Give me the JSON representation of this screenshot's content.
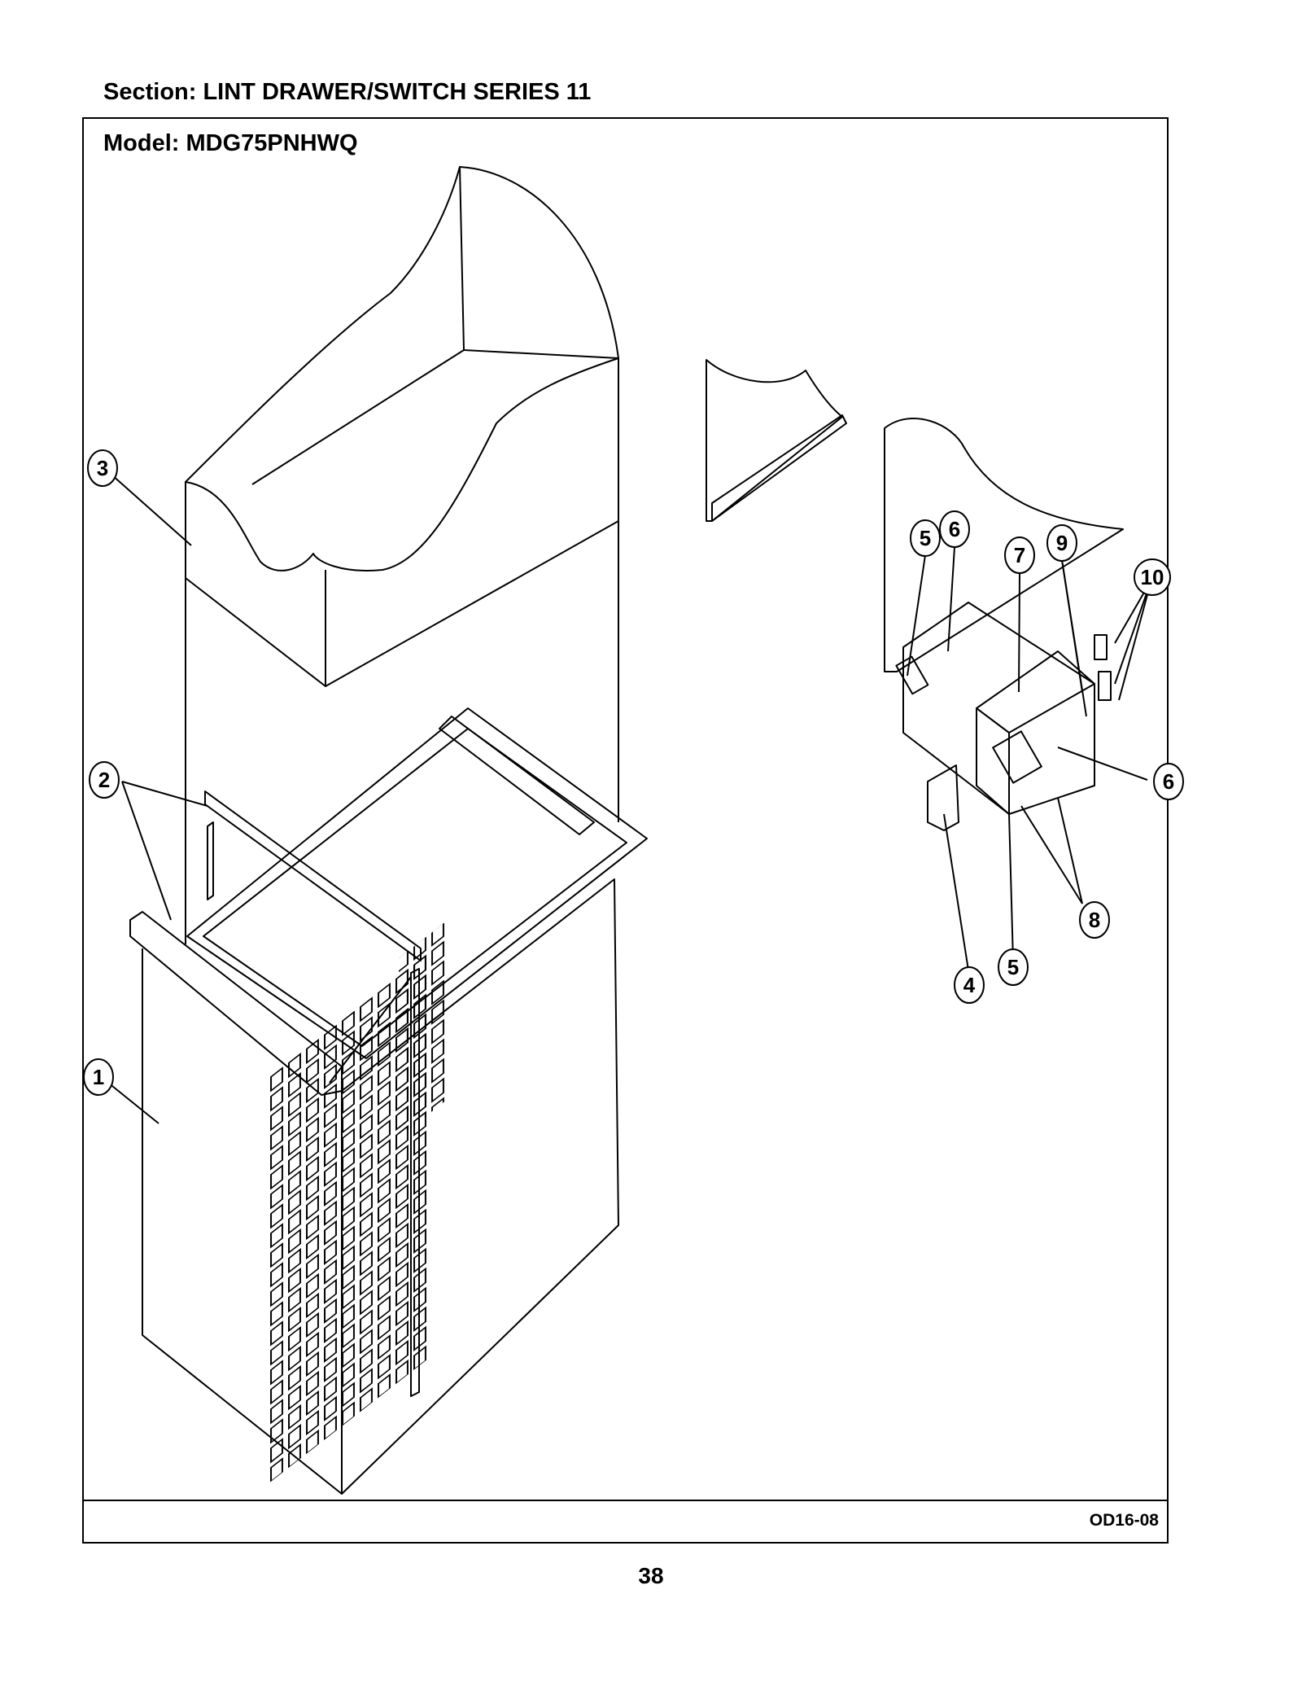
{
  "header": {
    "section": "Section:  LINT DRAWER/SWITCH SERIES 11",
    "model": "Model:  MDG75PNHWQ"
  },
  "callouts": {
    "c1": "1",
    "c2": "2",
    "c3": "3",
    "c4": "4",
    "c5a": "5",
    "c5b": "5",
    "c6a": "6",
    "c6b": "6",
    "c7": "7",
    "c8": "8",
    "c9": "9",
    "c10": "10"
  },
  "footer": {
    "drawing_code": "OD16-08",
    "page_number": "38"
  }
}
